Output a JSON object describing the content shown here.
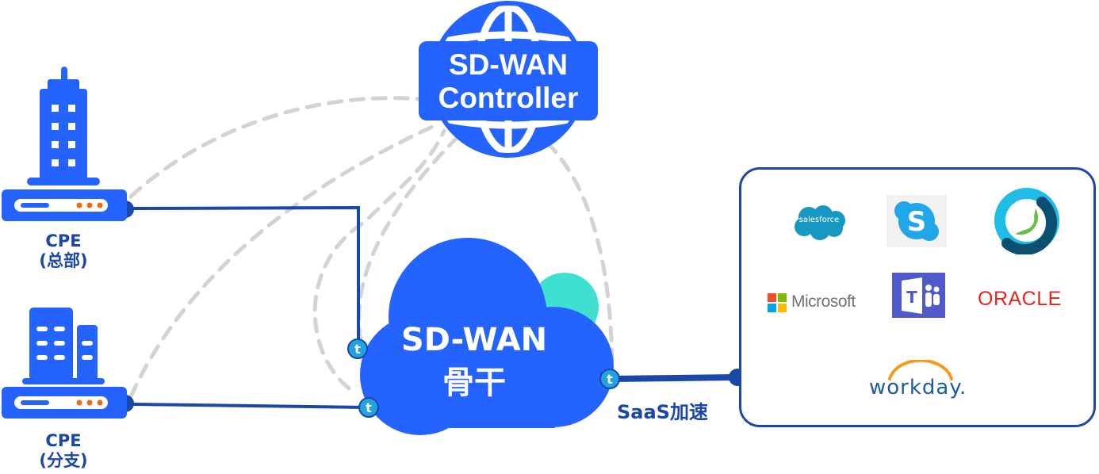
{
  "diagram": {
    "controller": {
      "line1": "SD-WAN",
      "line2": "Controller"
    },
    "backbone": {
      "line1": "SD-WAN",
      "line2": "骨干"
    },
    "cpe_hq": {
      "line1": "CPE",
      "line2": "(总部)"
    },
    "cpe_branch": {
      "line1": "CPE",
      "line2": "(分支)"
    },
    "saas_link_label": "SaaS加速",
    "saas_apps": {
      "salesforce": "salesforce",
      "skype": "Skype",
      "webex": "Webex",
      "microsoft": "Microsoft",
      "teams": "Teams",
      "oracle": "ORACLE",
      "workday": "workday."
    },
    "colors": {
      "primary_blue": "#2563fe",
      "dark_blue": "#1b47a8",
      "teal_accent": "#40e0d0",
      "dashed_gray": "#d3d3d3",
      "orange_dot": "#f06a12"
    }
  }
}
